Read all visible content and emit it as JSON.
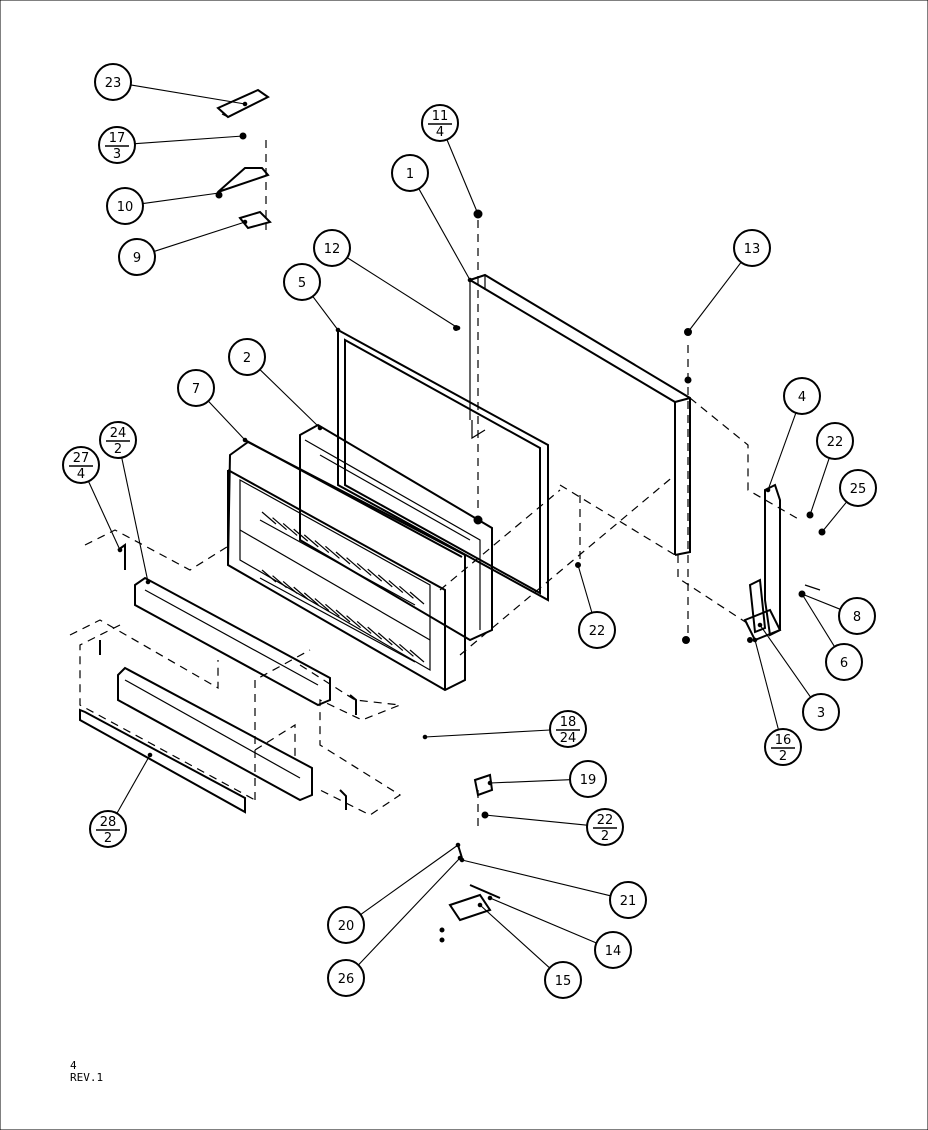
{
  "diagram": {
    "callouts": [
      {
        "id": "c23",
        "num": "23"
      },
      {
        "id": "c17",
        "num": "17",
        "sub": "3"
      },
      {
        "id": "c10",
        "num": "10"
      },
      {
        "id": "c9",
        "num": "9"
      },
      {
        "id": "c11",
        "num": "11",
        "sub": "4"
      },
      {
        "id": "c1",
        "num": "1"
      },
      {
        "id": "c12",
        "num": "12"
      },
      {
        "id": "c5",
        "num": "5"
      },
      {
        "id": "c13",
        "num": "13"
      },
      {
        "id": "c2",
        "num": "2"
      },
      {
        "id": "c7",
        "num": "7"
      },
      {
        "id": "c24",
        "num": "24",
        "sub": "2"
      },
      {
        "id": "c27",
        "num": "27",
        "sub": "4"
      },
      {
        "id": "c4",
        "num": "4"
      },
      {
        "id": "c22a",
        "num": "22"
      },
      {
        "id": "c25",
        "num": "25"
      },
      {
        "id": "c8",
        "num": "8"
      },
      {
        "id": "c6",
        "num": "6"
      },
      {
        "id": "c3",
        "num": "3"
      },
      {
        "id": "c16",
        "num": "16",
        "sub": "2"
      },
      {
        "id": "c22b",
        "num": "22"
      },
      {
        "id": "c18",
        "num": "18",
        "sub": "24"
      },
      {
        "id": "c19",
        "num": "19"
      },
      {
        "id": "c22c",
        "num": "22",
        "sub": "2"
      },
      {
        "id": "c21",
        "num": "21"
      },
      {
        "id": "c14",
        "num": "14"
      },
      {
        "id": "c15",
        "num": "15"
      },
      {
        "id": "c20",
        "num": "20"
      },
      {
        "id": "c26",
        "num": "26"
      },
      {
        "id": "c28",
        "num": "28",
        "sub": "2"
      }
    ]
  },
  "footer": {
    "page": "4",
    "revision": "REV.1"
  }
}
